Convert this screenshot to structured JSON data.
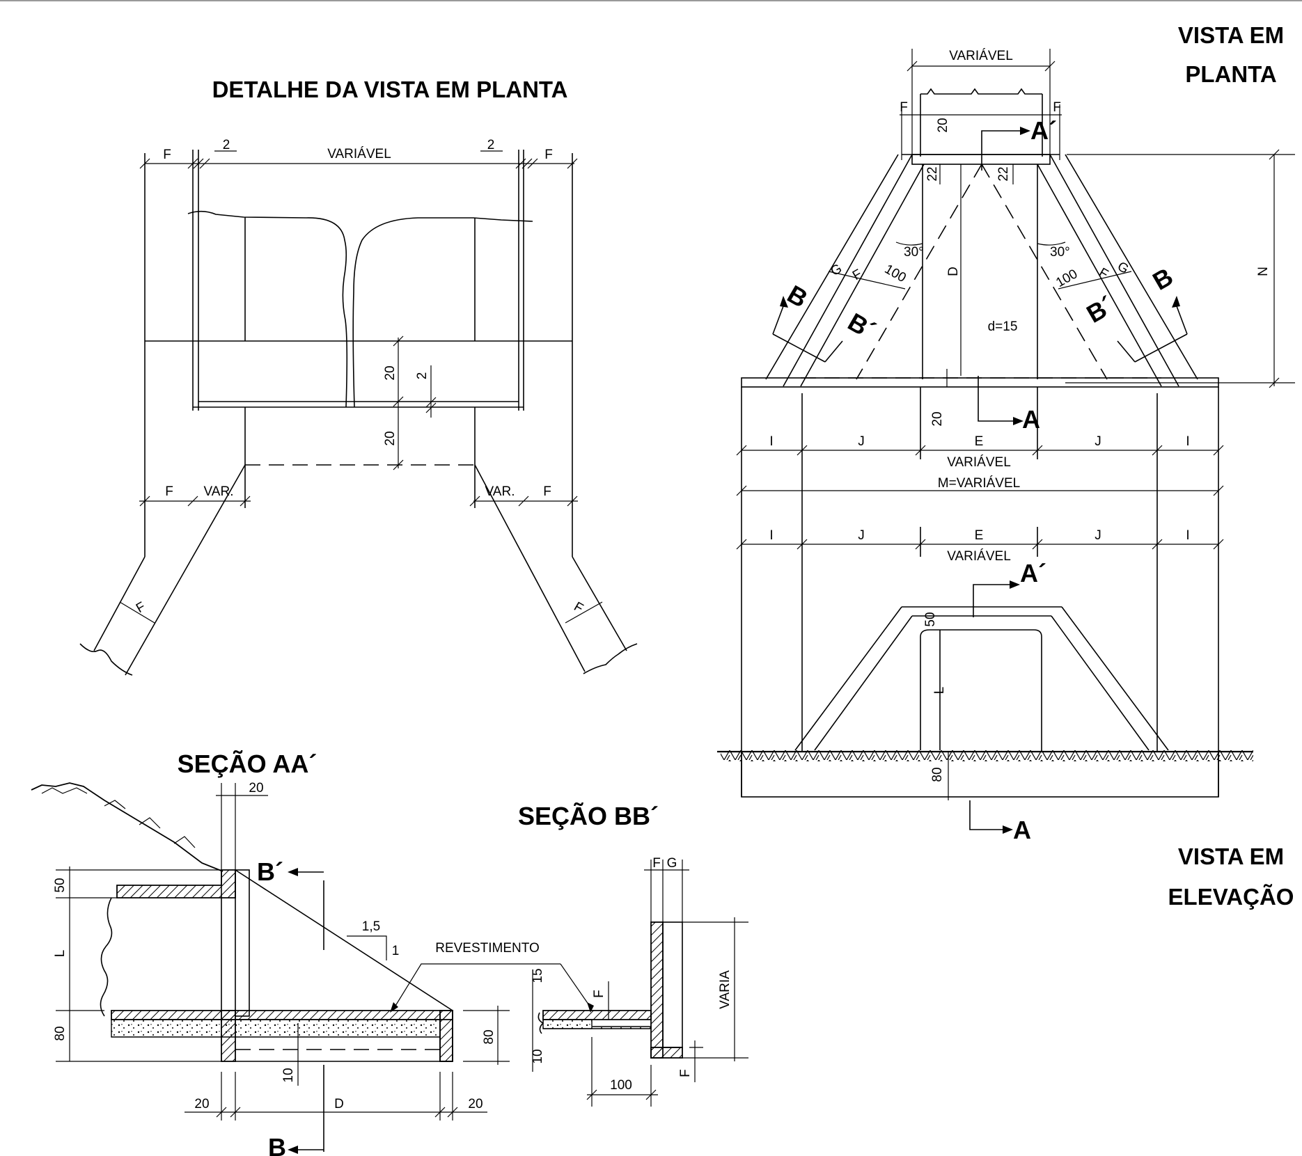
{
  "titles": {
    "detalhe_planta": "DETALHE DA VISTA EM PLANTA",
    "vista_planta": [
      "VISTA EM",
      "PLANTA"
    ],
    "vista_elevacao": [
      "VISTA EM",
      "ELEVAÇÃO"
    ],
    "secao_aa": "SEÇÃO AA´",
    "secao_bb": "SEÇÃO BB´"
  },
  "detail_plan": {
    "dims": {
      "F": "F",
      "two": "2",
      "variavel": "VARIÁVEL",
      "twenty": "20",
      "var": "VAR."
    }
  },
  "plan_view": {
    "variavel_top": "VARIÁVEL",
    "twenty": "20",
    "twentytwo": "22",
    "F": "F",
    "G": "G",
    "hundred": "100",
    "angle": "30°",
    "D": "D",
    "N": "N",
    "d15": "d=15",
    "A": "A",
    "A_prime": "A´",
    "B": "B",
    "B_prime": "B´",
    "I": "I",
    "J": "J",
    "E": "E",
    "variavel": "VARIÁVEL",
    "M": "M=VARIÁVEL"
  },
  "elevation_view": {
    "I": "I",
    "J": "J",
    "E": "E",
    "variavel": "VARIÁVEL",
    "A_prime": "A´",
    "A": "A",
    "fifty": "50",
    "L": "L",
    "eighty": "80"
  },
  "section_aa": {
    "twenty": "20",
    "fifty": "50",
    "L": "L",
    "eighty": "80",
    "ten": "10",
    "D": "D",
    "slope_h": "1,5",
    "slope_v": "1",
    "revestimento": "REVESTIMENTO",
    "B": "B",
    "B_prime": "B´"
  },
  "section_bb": {
    "F": "F",
    "G": "G",
    "fifteen": "15",
    "ten": "10",
    "hundred": "100",
    "varia": "VARIA"
  }
}
